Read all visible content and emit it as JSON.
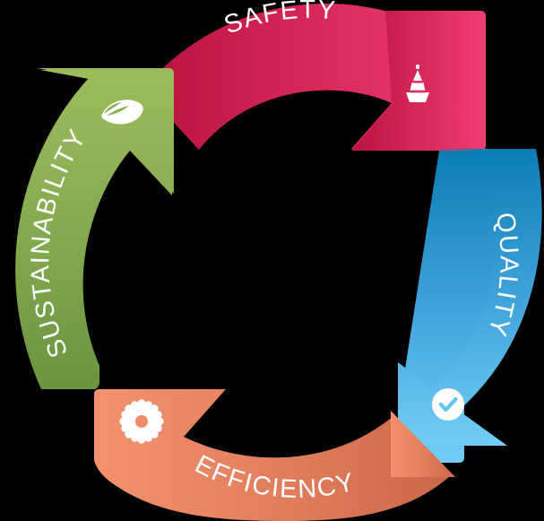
{
  "diagram": {
    "type": "cyclical-process-diagram",
    "background_color": "#000000",
    "segment_count": 4,
    "segments": [
      {
        "id": "safety",
        "label": "SAFETY",
        "icon": "traffic-cone-icon",
        "position": "top",
        "color_start": "#b8133f",
        "color_end": "#ef3c74",
        "label_color": "#ffffff",
        "direction": "clockwise"
      },
      {
        "id": "quality",
        "label": "QUALITY",
        "icon": "check-circle-icon",
        "position": "right",
        "color_start": "#0d7cb5",
        "color_end": "#72cdf6",
        "label_color": "#ffffff",
        "direction": "clockwise"
      },
      {
        "id": "efficiency",
        "label": "EFFICIENCY",
        "icon": "gear-icon",
        "position": "bottom",
        "color_start": "#c9674a",
        "color_end": "#f4926f",
        "label_color": "#ffffff",
        "direction": "clockwise"
      },
      {
        "id": "sustainability",
        "label": "SUSTAINABILITY",
        "icon": "leaf-icon",
        "position": "left",
        "color_start": "#5f8c37",
        "color_end": "#9cbc5c",
        "label_color": "#ffffff",
        "direction": "clockwise"
      }
    ]
  }
}
